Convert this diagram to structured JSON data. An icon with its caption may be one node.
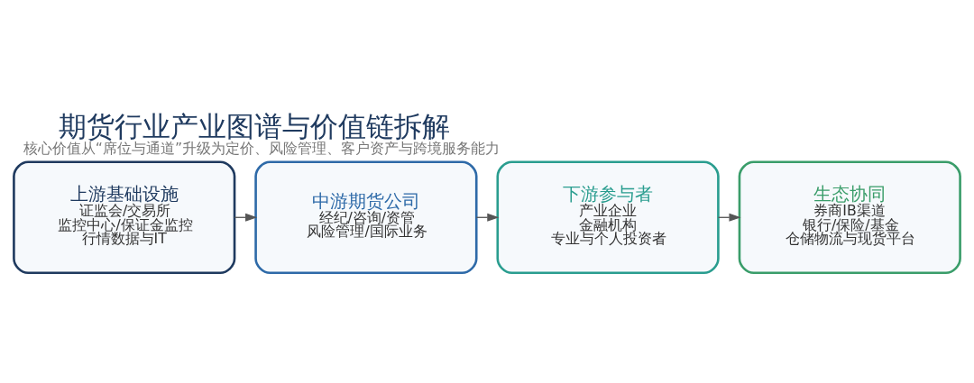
{
  "diagram": {
    "title": "期货行业产业图谱与价值链拆解",
    "caption": "核心价值从“席位与通道”升级为定价、风险管理、客户资产与跨境服务能力",
    "nodes": [
      {
        "text": [
          "上游基础设施",
          "证监会/交易所",
          "监控中心/保证金监控",
          "行情数据与IT"
        ]
      },
      {
        "text": [
          "中游期货公司",
          "经纪/咨询/资管",
          "风险管理/国际业务"
        ]
      },
      {
        "text": [
          "下游参与者",
          "产业企业",
          "金融机构",
          "专业与个人投资者"
        ]
      },
      {
        "text": [
          "生态协同",
          "券商IB渠道",
          "银行/保险/基金",
          "仓储物流与现货平台"
        ]
      }
    ],
    "edges": [
      {
        "from": 0,
        "to": 1,
        "arrow": "to"
      },
      {
        "from": 1,
        "to": 2,
        "arrow": "to"
      },
      {
        "from": 2,
        "to": 3,
        "arrow": "to"
      }
    ]
  }
}
